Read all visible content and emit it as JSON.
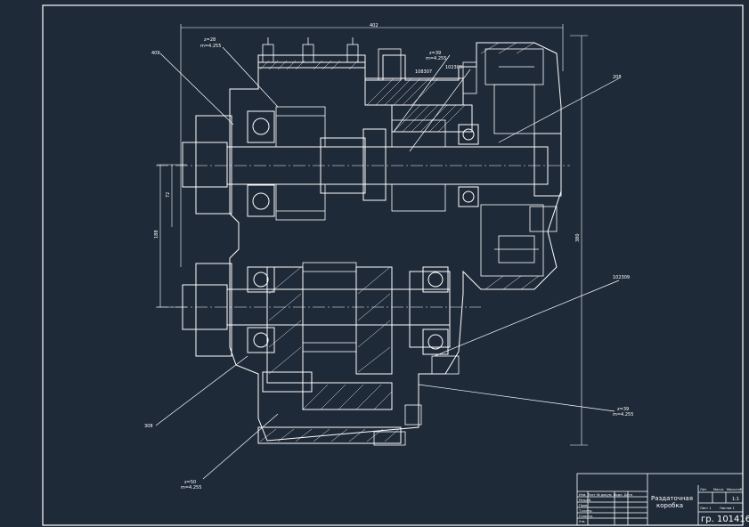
{
  "drawing": {
    "overall_width_dim": "402",
    "height_dim": "380",
    "center_dist_dim_a": "72",
    "center_dist_dim_b": "188"
  },
  "callouts": {
    "gear_top_left": {
      "z": "z=28",
      "m": "m=4.255"
    },
    "gear_top_center": {
      "z": "z=39",
      "m": "m=4.255"
    },
    "bearing_top_1": "108307",
    "bearing_top_2": "102309",
    "ref_top_left": "409",
    "ref_right": "208",
    "bearing_right": "102309",
    "ref_bottom_left": "308",
    "gear_bottom_right": {
      "z": "z=39",
      "m": "m=4.255"
    },
    "gear_bottom_left": {
      "z": "z=50",
      "m": "m=4.255"
    }
  },
  "title_block": {
    "title_line1": "Раздаточная",
    "title_line2": "коробка",
    "scale": "1:1",
    "group": "гр. 101416",
    "col_headers": [
      "Лит.",
      "Масса",
      "Масштаб"
    ],
    "sheet_left": "Лист 1",
    "sheet_right": "Листов 1",
    "rows": [
      "Изм. Лист № докум. Подп. Дата",
      "Разраб.",
      "Пров.",
      "Т.контр.",
      "Н.контр.",
      "Утв."
    ]
  }
}
